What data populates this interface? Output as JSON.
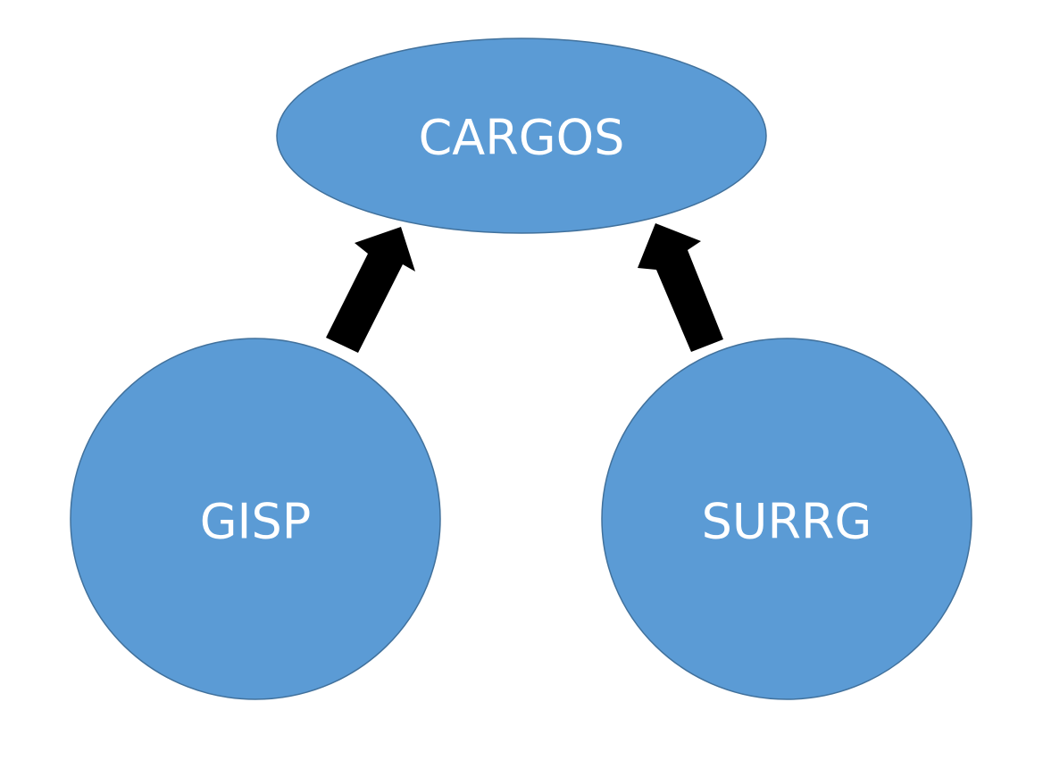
{
  "diagram": {
    "type": "hierarchy",
    "colors": {
      "node_fill": "#5B9BD5",
      "node_stroke": "#41719C",
      "label_text": "#FFFFFF",
      "arrow_fill": "#000000",
      "background": "#FFFFFF"
    },
    "nodes": [
      {
        "id": "cargos",
        "label": "CARGOS",
        "shape": "ellipse"
      },
      {
        "id": "gisp",
        "label": "GISP",
        "shape": "circle"
      },
      {
        "id": "surrg",
        "label": "SURRG",
        "shape": "circle"
      }
    ],
    "edges": [
      {
        "from": "gisp",
        "to": "cargos",
        "style": "block-arrow"
      },
      {
        "from": "surrg",
        "to": "cargos",
        "style": "block-arrow"
      }
    ]
  }
}
